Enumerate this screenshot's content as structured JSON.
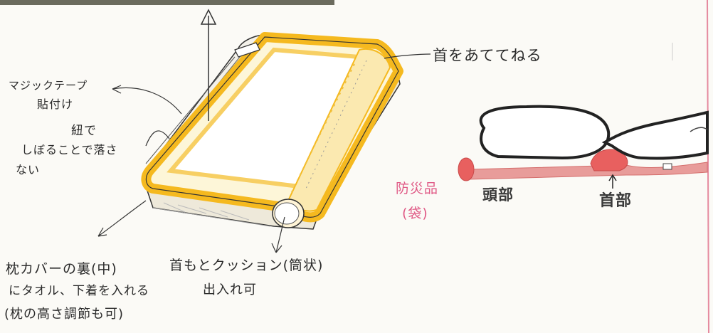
{
  "diagram": {
    "label_neck": "首をあててねる",
    "label_magic_tape": [
      "マジックテープ",
      "貼付け"
    ],
    "label_string": [
      "紐で",
      "しぼることで落さ",
      "ない"
    ],
    "label_cover": [
      "枕カバーの裏(中)",
      "にタオル、下着を入れる",
      "(枕の高さ調節も可)"
    ],
    "label_cushion": [
      "首もとクッション(筒状)",
      "出入れ可"
    ],
    "label_protector": [
      "防災品",
      "(袋)"
    ],
    "label_head": "頭部",
    "label_neck_part": "首部"
  },
  "colors": {
    "pillow_fill": "#fde7a0",
    "pillow_edge": "#f5b91f",
    "ink": "#2a2a2a",
    "pink": "#e05a86",
    "body_line": "#e28a86",
    "neck_pad": "#e8605f"
  }
}
